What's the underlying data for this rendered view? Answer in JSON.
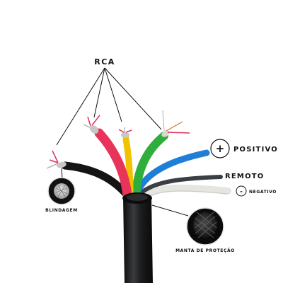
{
  "labels": {
    "rca": "RCA",
    "positive": "POSITIVO",
    "positive_symbol": "+",
    "remote": "REMOTO",
    "negative": "NEGATIVO",
    "negative_symbol": "-",
    "shielding": "BLINDAGEM",
    "protection_sheath": "MANTA DE PROTEÇÃO"
  },
  "colors": {
    "background": "#ffffff",
    "wire_red": "#e8345a",
    "wire_yellow": "#f2c200",
    "wire_green": "#2fae3c",
    "wire_blue": "#1f7fd6",
    "wire_gray": "#3a3f45",
    "wire_white": "#e6e6e0",
    "wire_black": "#141414",
    "outer_jacket": "#1b1b1d",
    "rca_center_conductor": "#e0305a",
    "shield_braid": "#b8b8b8",
    "copper": "#c77b3a"
  }
}
